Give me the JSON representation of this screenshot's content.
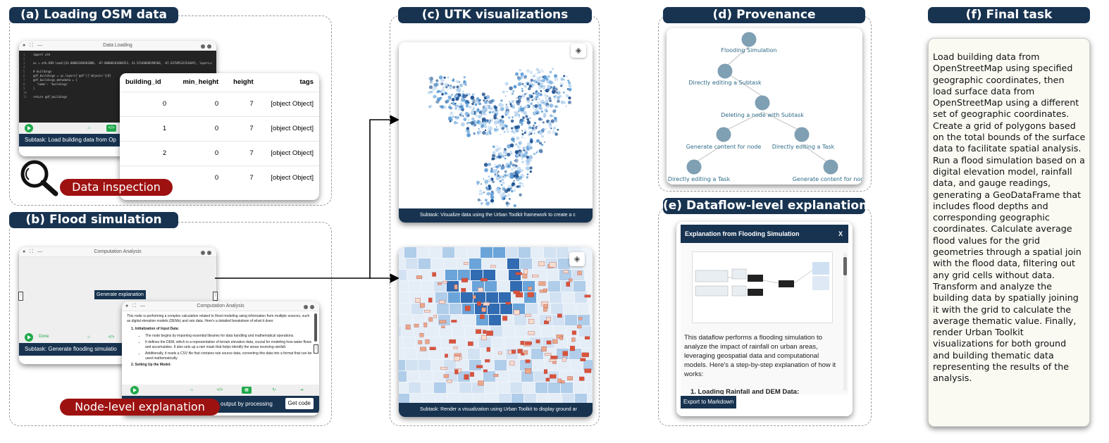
{
  "panels": {
    "a": {
      "title": "(a) Loading OSM data"
    },
    "b": {
      "title": "(b) Flood simulation"
    },
    "c": {
      "title": "(c) UTK visualizations"
    },
    "d": {
      "title": "(d) Provenance"
    },
    "e": {
      "title": "(e) Dataflow-level explanation"
    },
    "f": {
      "title": "(f) Final task"
    }
  },
  "data_loading": {
    "window_title": "Data Loading",
    "code_lines": [
      "import utk",
      "",
      "uc = utk.OSM.load([41.88081309401808, -87.80000381888353, 41.52540898398568, -87.63789532351049], layers=['surface'])",
      "",
      "# buildings",
      "gdf_buildings = uc.layers['gdf']['objects'][0]",
      "gdf_buildings.metadata = {",
      "  'name': 'buildings'",
      "}",
      "",
      "return gdf_buildings"
    ],
    "subtask": "Subtask:  Load building data from Op"
  },
  "table": {
    "columns": [
      "building_id",
      "min_height",
      "height",
      "tags"
    ],
    "rows": [
      [
        "0",
        "0",
        "7",
        "[object Object]"
      ],
      [
        "1",
        "0",
        "7",
        "[object Object]"
      ],
      [
        "2",
        "0",
        "7",
        "[object Object]"
      ],
      [
        "",
        "0",
        "7",
        "[object Object]"
      ]
    ]
  },
  "data_inspection_label": "Data inspection",
  "computation": {
    "window_title": "Computation Analysis",
    "generate_button": "Generate explanation",
    "status": "Done",
    "subtask": "Subtask:  Generate flooding simulatio"
  },
  "computation2": {
    "window_title": "Computation Analysis",
    "intro": "This node is performing a complex calculation related to flood modeling using information from multiple sources, such as digital elevation models (DEMs) and rain data. Here's a detailed breakdown of what it does:",
    "step1_title": "1. Initialization of Input Data:",
    "bullets": [
      "The node begins by importing essential libraries for data handling and mathematical operations.",
      "It defines the DEM, which is a representation of terrain elevation data, crucial for modeling how water flows and accumulates. It also sets up a rain mask that helps identify the areas receiving rainfall.",
      "Additionally, it reads a CSV file that contains rain source data, converting this data into a format that can be used mathematically."
    ],
    "step2_title": "2. Setting Up the Model:",
    "footer_text": "output by processing",
    "get_code": "Get code"
  },
  "node_level_label": "Node-level explanation",
  "utk": {
    "subtask1": "Subtask:  Visualize data using the Urban Toolkit framework to create a c",
    "subtask2": "Subtask:  Render a visualization using Urban Toolkit to display ground ar"
  },
  "provenance": {
    "nodes": [
      "Flooding Simulation",
      "Directly editing a Subtask",
      "Deleting a node with Subtask",
      "Generate content for node",
      "Directly editing a Task",
      "Directly editing a Task",
      "Generate content for node"
    ]
  },
  "explanation": {
    "header": "Explanation from Flooding Simulation",
    "close": "X",
    "body": "This dataflow performs a flooding simulation to analyze the impact of rainfall on urban areas, leveraging geospatial data and computational models. Here's a step-by-step explanation of how it works:",
    "step1": "1. Loading Rainfall and DEM Data:",
    "export": "Export to Markdown"
  },
  "final_task": {
    "text": "Load building data from OpenStreetMap using specified geographic coordinates, then load surface data from OpenStreetMap using a different set of geographic coordinates. Create a grid of polygons based on the total bounds of the surface data to facilitate spatial analysis. Run a flood simulation based on a digital elevation model, rainfall data, and gauge readings, generating a GeoDataFrame that includes flood depths and corresponding geographic coordinates. Calculate average flood values for the grid geometries through a spatial join with the flood data, filtering out any grid cells without data. Transform and analyze the building data by spatially joining it with the grid to calculate the average thematic value. Finally, render Urban Toolkit visualizations for both ground and building thematic data representing the results of the analysis."
  },
  "colors": {
    "navy": "#173350",
    "accent_red": "#9e1111",
    "green": "#20a94a"
  }
}
